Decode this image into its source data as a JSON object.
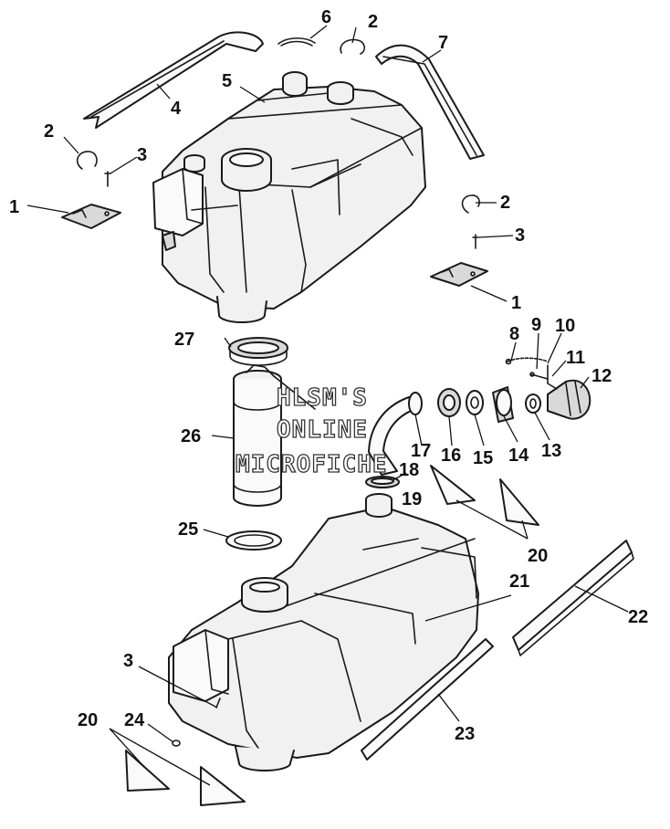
{
  "watermark": {
    "line1": "HLSM'S",
    "line2": "ONLINE",
    "line3": "MICROFICHE"
  },
  "callouts": {
    "c1a": "1",
    "c1b": "1",
    "c2a": "2",
    "c2b": "2",
    "c2c": "2",
    "c3a": "3",
    "c3b": "3",
    "c3c": "3",
    "c4": "4",
    "c5": "5",
    "c6": "6",
    "c7": "7",
    "c8": "8",
    "c9": "9",
    "c10": "10",
    "c11": "11",
    "c12": "12",
    "c13": "13",
    "c14": "14",
    "c15": "15",
    "c16": "16",
    "c17": "17",
    "c18": "18",
    "c19": "19",
    "c20a": "20",
    "c20b": "20",
    "c21": "21",
    "c22": "22",
    "c23": "23",
    "c24": "24",
    "c25": "25",
    "c26": "26",
    "c27": "27"
  }
}
